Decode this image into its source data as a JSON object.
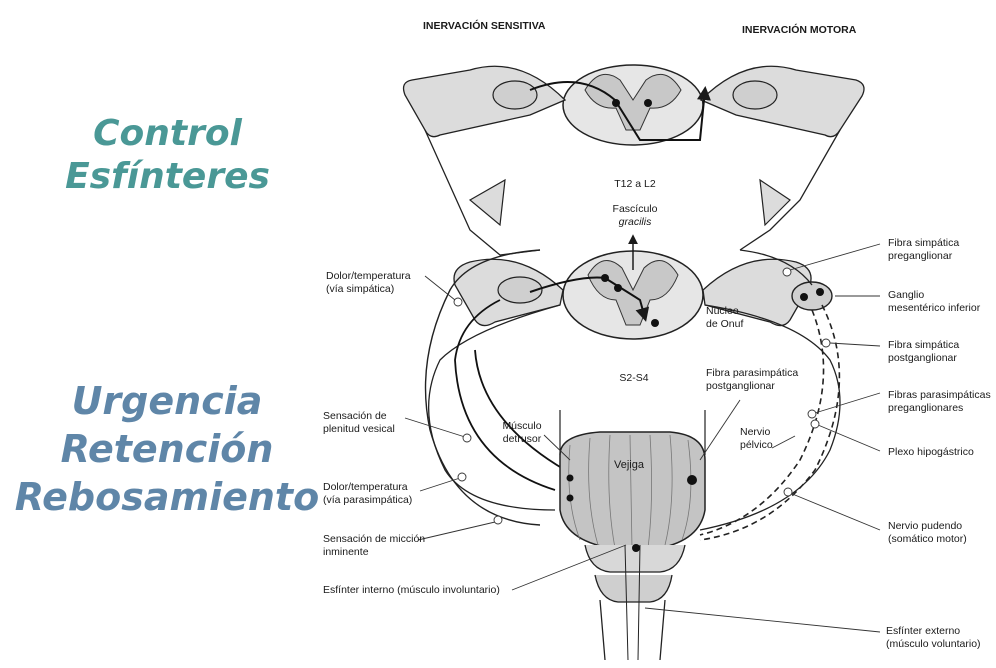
{
  "side_titles": {
    "control": [
      "Control",
      "Esfínteres"
    ],
    "disorders": [
      "Urgencia",
      "Retención",
      "Rebosamiento"
    ]
  },
  "headers": {
    "sensory": "INERVACIÓN SENSITIVA",
    "motor": "INERVACIÓN MOTORA"
  },
  "levels": {
    "upper": "T12 a L2",
    "lower": "S2-S4"
  },
  "center_labels": {
    "fasciculus": [
      "Fascículo",
      "gracilis"
    ],
    "onuf": [
      "Núcleo",
      "de Onuf"
    ],
    "parasym_post": [
      "Fibra parasimpática",
      "postganglionar"
    ],
    "detrusor": [
      "Músculo",
      "detrusor"
    ],
    "bladder": "Vejiga",
    "pelvic": [
      "Nervio",
      "pélvico"
    ]
  },
  "left_labels": {
    "pain_sym": [
      "Dolor/temperatura",
      "(vía simpática)"
    ],
    "fullness": [
      "Sensación de",
      "plenitud vesical"
    ],
    "pain_para": [
      "Dolor/temperatura",
      "(vía parasimpática)"
    ],
    "imminent": [
      "Sensación de micción",
      "inminente"
    ],
    "internal_sph": "Esfínter interno (músculo involuntario)"
  },
  "right_labels": {
    "sym_pre": [
      "Fibra simpática",
      "preganglionar"
    ],
    "ganglion": [
      "Ganglio",
      "mesentérico inferior"
    ],
    "sym_post": [
      "Fibra simpática",
      "postganglionar"
    ],
    "parasym_pre": [
      "Fibras parasimpáticas",
      "preganglionares"
    ],
    "hypogastric": "Plexo hipogástrico",
    "pudendal": [
      "Nervio pudendo",
      "(somático motor)"
    ],
    "external_sph": [
      "Esfínter externo",
      "(músculo voluntario)"
    ]
  },
  "colors": {
    "control_title": "#4a9896",
    "disorders_title": "#5f86a8",
    "ink": "#1a1a1a",
    "tissue": "#dcdcdc"
  }
}
